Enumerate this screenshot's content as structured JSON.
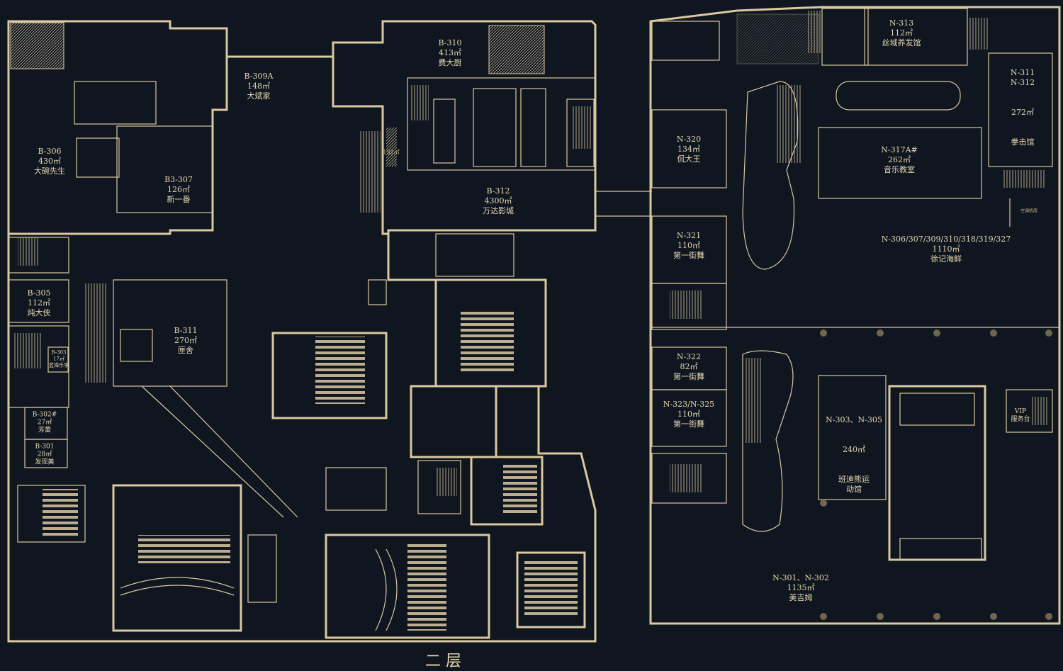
{
  "floor_title": "二 层",
  "colors": {
    "background": "#0f1620",
    "line": "#d9c8a0",
    "text": "#e6d7b2"
  },
  "rooms": [
    {
      "id": "B-309A",
      "area": "148㎡",
      "name": "大斌家"
    },
    {
      "id": "B-310",
      "area": "413㎡",
      "name": "费大厨"
    },
    {
      "id": "B-306",
      "area": "430㎡",
      "name": "大碗先生"
    },
    {
      "id": "B3-307",
      "area": "126㎡",
      "name": "新一番"
    },
    {
      "id": "B-312",
      "area": "4300㎡",
      "name": "万达影城"
    },
    {
      "id": "B-305",
      "area": "112㎡",
      "name": "炖大侠"
    },
    {
      "id": "B-311",
      "area": "270㎡",
      "name": "匣舍"
    },
    {
      "id": "B-303",
      "area": "17㎡",
      "name": "蓝海乐享"
    },
    {
      "id": "B-302#",
      "area": "27㎡",
      "name": "芳蕾"
    },
    {
      "id": "B-301",
      "area": "28㎡",
      "name": "发现美"
    },
    {
      "id": "N-313",
      "area": "112㎡",
      "name": "丝域养发馆"
    },
    {
      "id": "N-311\nN-312",
      "area": "272㎡",
      "name": "拳击馆"
    },
    {
      "id": "N-320",
      "area": "134㎡",
      "name": "侃大王"
    },
    {
      "id": "N-317A#",
      "area": "262㎡",
      "name": "音乐教室"
    },
    {
      "id": "N-321",
      "area": "110㎡",
      "name": "第一街舞"
    },
    {
      "id": "N-306/307/309/310/318/319/327",
      "area": "1110㎡",
      "name": "徐记海鲜"
    },
    {
      "id": "N-322",
      "area": "82㎡",
      "name": "第一街舞"
    },
    {
      "id": "N-323/N-325",
      "area": "110㎡",
      "name": "第一街舞"
    },
    {
      "id": "N-303、N-305",
      "area": "240㎡",
      "name": "班迪熊运\n动馆"
    },
    {
      "id": "VIP",
      "area": "",
      "name": "服务台"
    },
    {
      "id": "N-301、N-302",
      "area": "1135㎡",
      "name": "美吉姆"
    }
  ],
  "small_labels": [
    "空调机房",
    "131㎡"
  ]
}
